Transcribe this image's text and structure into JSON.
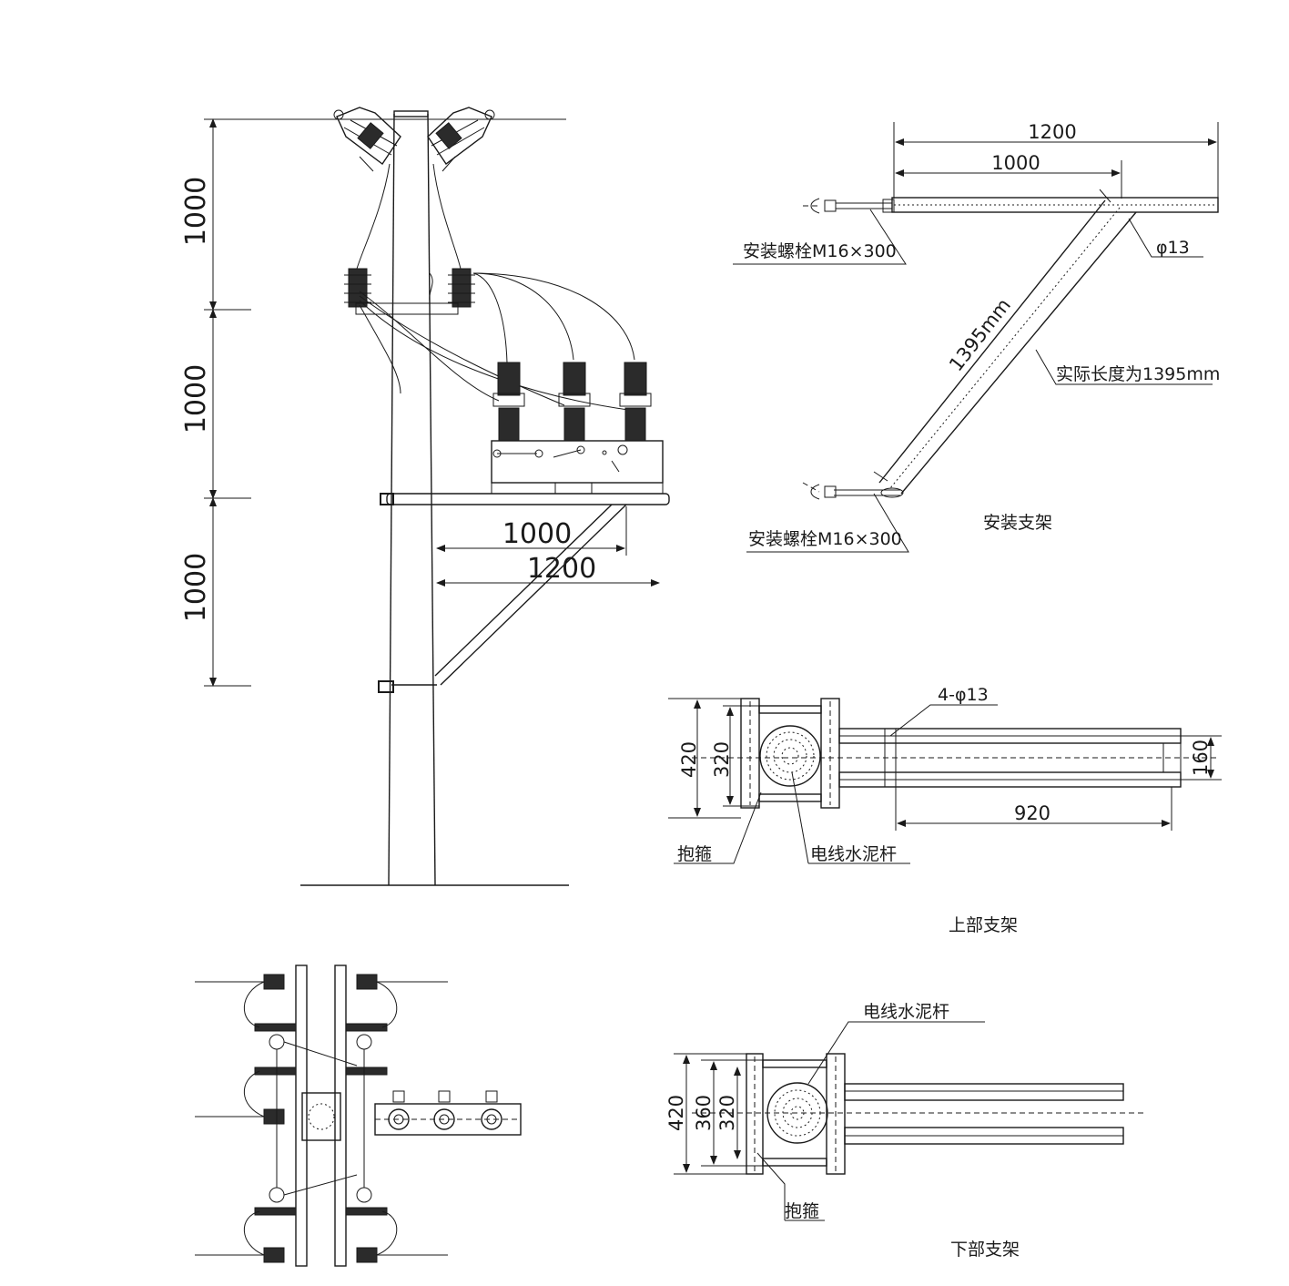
{
  "side_elevation": {
    "heights": [
      "1000",
      "1000",
      "1000"
    ],
    "bracket_dims": [
      "1000",
      "1200"
    ]
  },
  "mounting_bracket": {
    "width_outer": "1200",
    "width_inner": "1000",
    "diagonal_length": "1395mm",
    "hole": "φ13",
    "bolt_top": "安装螺栓M16×300",
    "bolt_bottom": "安装螺栓M16×300",
    "note": "实际长度为1395mm",
    "title": "安装支架"
  },
  "upper_bracket": {
    "dim_outer": "420",
    "dim_inner": "320",
    "holes": "4-φ13",
    "dim_right": "160",
    "dim_length": "920",
    "label_clamp": "抱箍",
    "label_pole": "电线水泥杆",
    "title": "上部支架"
  },
  "lower_bracket": {
    "dim_outer": "420",
    "dim_mid": "360",
    "dim_inner": "320",
    "label_pole": "电线水泥杆",
    "label_clamp": "抱箍",
    "title": "下部支架"
  }
}
